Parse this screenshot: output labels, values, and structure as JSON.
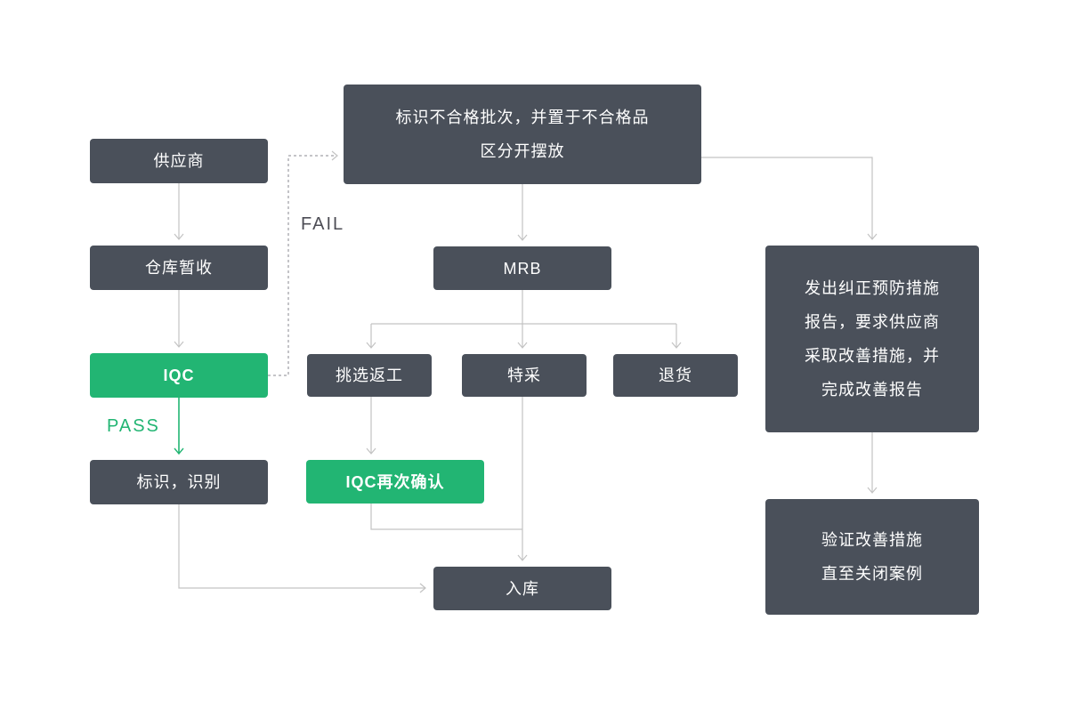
{
  "diagram": {
    "title_implicit": "IQC incoming quality control flowchart",
    "colors": {
      "node_dark": "#4A505A",
      "node_green": "#22B573",
      "connector_line": "#C3C3C3",
      "fail_label": "#4D4D55",
      "pass_label": "#22B573",
      "node_text": "#FFFFFF",
      "background": "#FFFFFF"
    },
    "nodes": {
      "supplier": {
        "label": "供应商"
      },
      "warehouse_hold": {
        "label": "仓库暂收"
      },
      "iqc": {
        "label": "IQC"
      },
      "mark_identify": {
        "label": "标识，识别"
      },
      "nonconforming": {
        "line1": "标识不合格批次，并置于不合格品",
        "line2": "区分开摆放"
      },
      "mrb": {
        "label": "MRB"
      },
      "sort_rework": {
        "label": "挑选返工"
      },
      "special_accept": {
        "label": "特采"
      },
      "return_goods": {
        "label": "退货"
      },
      "iqc_recheck": {
        "label": "IQC再次确认"
      },
      "warehouse_in": {
        "label": "入库"
      },
      "capa_report": {
        "line1": "发出纠正预防措施",
        "line2": "报告，要求供应商",
        "line3": "采取改善措施，并",
        "line4": "完成改善报告"
      },
      "verify_close": {
        "line1": "验证改善措施",
        "line2": "直至关闭案例"
      }
    },
    "edge_labels": {
      "fail": "FAIL",
      "pass": "PASS"
    }
  }
}
